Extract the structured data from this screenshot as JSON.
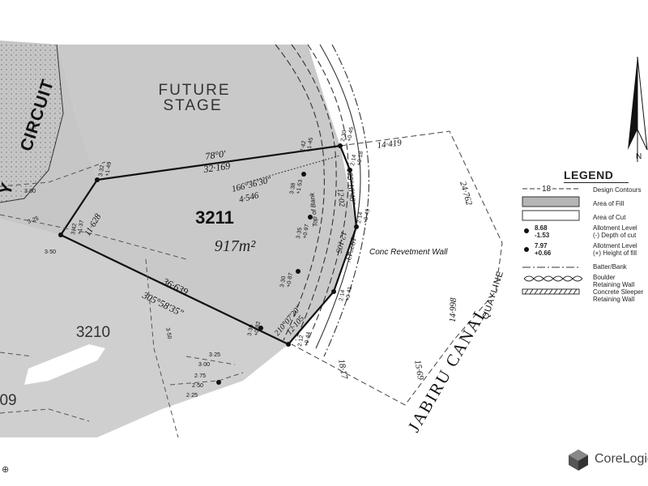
{
  "map": {
    "lot_main": {
      "number": "3211",
      "area": "917m²"
    },
    "lot_neighbour": {
      "number": "3210"
    },
    "lot_partial": {
      "number": "09"
    },
    "future_stage": {
      "line1": "FUTURE",
      "line2": "STAGE"
    },
    "street_circuit": "CIRCUIT",
    "street_partial": "Y",
    "canal_name": "JABIRU CANAL",
    "quayline": "QUAYLINE",
    "revetment_label": "Conc Revetment Wall",
    "top_of_bank": "Top of Bank",
    "bearings": {
      "top": "78°0'",
      "top_dist": "32·169",
      "inner_bearing": "166°36'30\"",
      "inner_dist": "4·546",
      "left": "11·628",
      "bottom": "36·639",
      "bottom_bearing": "305°58'35\"",
      "curve1": "175°18'40\"",
      "curve1_dist": "12·02",
      "curve2": "192°43'",
      "curve2_dist": "12·105",
      "curve3": "210°07'20\"",
      "curve3_dist": "12·105",
      "ext_top": "14·419",
      "ext_right": "24·762",
      "ext_quay": "14·998",
      "ext_bottom": "18·17",
      "ext_canal": "15·69"
    },
    "levels": {
      "l_top_right": [
        "2·30",
        "+0·45"
      ],
      "l_tr2": [
        "2·14",
        "+0·18"
      ],
      "l_tr3": [
        "2·14",
        "+0·49"
      ],
      "l_tr4": [
        "2·14",
        "+0·41"
      ],
      "l_br": [
        "2·12",
        "+0·44"
      ],
      "l_left_top": [
        "3·32",
        "+1·49"
      ],
      "l_left": [
        "3·42",
        "+1·37"
      ],
      "l_mid1": [
        "3·38",
        "+1·53"
      ],
      "l_mid2": [
        "3·35",
        "+0·97"
      ],
      "l_mid3": [
        "3·30",
        "+0·87"
      ],
      "l_bottom": [
        "3·30",
        "+0·82"
      ],
      "l_upper": [
        "2·42",
        "+1·45"
      ]
    },
    "contours": {
      "c_300": "3·00",
      "c_325": "3·25",
      "c_350_left": "3·50",
      "c_350_mid": "3·50",
      "c_325_low": "3·25",
      "c_300_low": "3·00",
      "c_275": "2·75",
      "c_250": "2·50",
      "c_225": "2·25"
    }
  },
  "legend": {
    "title": "LEGEND",
    "contour_value": "18",
    "items": [
      {
        "label": "Design Contours"
      },
      {
        "label": "Area of Fill"
      },
      {
        "label": "Area of Cut"
      },
      {
        "label": "Allotment Level",
        "sub": "(-) Depth of cut",
        "value1": "8.68",
        "value2": "-1.53"
      },
      {
        "label": "Allotment Level",
        "sub": "(+) Height of fill",
        "value1": "7.97",
        "value2": "+0.66"
      },
      {
        "label": "Batter/Bank"
      },
      {
        "label": "Boulder",
        "sub": "Retaining Wall"
      },
      {
        "label": "Concrete Sleeper",
        "sub": "Retaining Wall"
      }
    ]
  },
  "north_arrow": {
    "symbol": "north-arrow-icon",
    "letter": "N"
  },
  "watermark": {
    "text": "CoreLogic"
  },
  "corner_mark": "⊕",
  "colors": {
    "fill_area": "#c9c9c9",
    "linework": "#1a1a1a",
    "background": "#ffffff"
  }
}
